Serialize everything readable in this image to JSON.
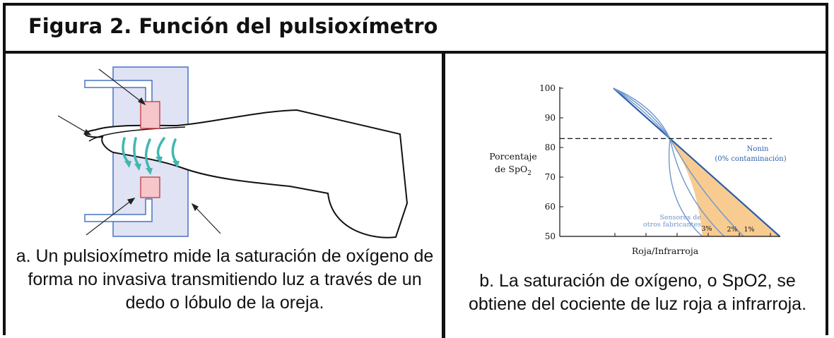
{
  "figure": {
    "title": "Figura 2. Función del pulsioxímetro"
  },
  "panel_a": {
    "caption": "a. Un pulsioxímetro mide la saturación de oxígeno de forma no invasiva transmitiendo luz a través de un dedo o lóbulo de la oreja."
  },
  "panel_b": {
    "caption": "b. La saturación de oxígeno, o SpO2, se obtiene del cociente de luz roja a infrarroja.",
    "nonin_label": "Nonin",
    "nonin_sub": "(0% contaminación)",
    "other_label_1": "Sensores de",
    "other_label_2": "otros fabricantes",
    "pct_3": "3%",
    "pct_2": "2%",
    "pct_1": "1%",
    "ylabel_1": "Porcentaje",
    "ylabel_2": "de SpO",
    "ylabel_sub": "2",
    "xlabel": "Roja/Infrarroja"
  },
  "chart_data": {
    "type": "line",
    "title": "",
    "xlabel": "Roja/Infrarroja",
    "ylabel": "Porcentaje de SpO2",
    "ylim": [
      50,
      100
    ],
    "y_ticks": [
      50,
      60,
      70,
      80,
      90,
      100
    ],
    "x_ticks": [
      "",
      "",
      "",
      "",
      "",
      ""
    ],
    "reference_line_y": 83,
    "series": [
      {
        "name": "Nonin (0% contaminación)",
        "x": [
          0.0,
          1.0,
          2.94
        ],
        "y": [
          100,
          83,
          50
        ]
      },
      {
        "name": "1%",
        "x": [
          0.0,
          1.0,
          2.3
        ],
        "y": [
          100,
          83,
          50
        ]
      },
      {
        "name": "2%",
        "x": [
          0.0,
          1.0,
          1.96
        ],
        "y": [
          100,
          83,
          50
        ]
      },
      {
        "name": "3%",
        "x": [
          0.0,
          1.0,
          1.57
        ],
        "y": [
          100,
          83,
          50
        ]
      }
    ],
    "colors": {
      "nonin": "#2e5fa8",
      "other": "#6e96cc",
      "fill": "#f8cc90"
    }
  }
}
